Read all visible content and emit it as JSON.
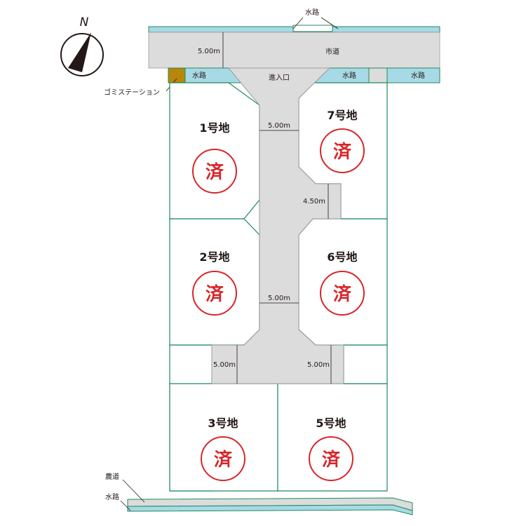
{
  "compass": {
    "north_label": "N"
  },
  "roads": {
    "city_road": "市道",
    "entrance": "進入口",
    "farm_road": "農道"
  },
  "waterways": {
    "top": "水路",
    "left": "水路",
    "middle": "水路",
    "right": "水路",
    "bottom": "水路"
  },
  "garbage_station": "ゴミステーション",
  "dimensions": {
    "city_road_width": "5.00m",
    "driveway_upper": "5.00m",
    "notch": "4.50m",
    "driveway_middle": "5.00m",
    "bottom_left": "5.00m",
    "bottom_right": "5.00m"
  },
  "lots": [
    {
      "name": "1号地",
      "status": "済"
    },
    {
      "name": "2号地",
      "status": "済"
    },
    {
      "name": "3号地",
      "status": "済"
    },
    {
      "name": "5号地",
      "status": "済"
    },
    {
      "name": "6号地",
      "status": "済"
    },
    {
      "name": "7号地",
      "status": "済"
    }
  ],
  "colors": {
    "road": "#dcdcdd",
    "water": "#a8d9e6",
    "lot_border": "#1f8a5c",
    "sold_stamp": "#d7262a",
    "garbage": "#b8860b"
  }
}
